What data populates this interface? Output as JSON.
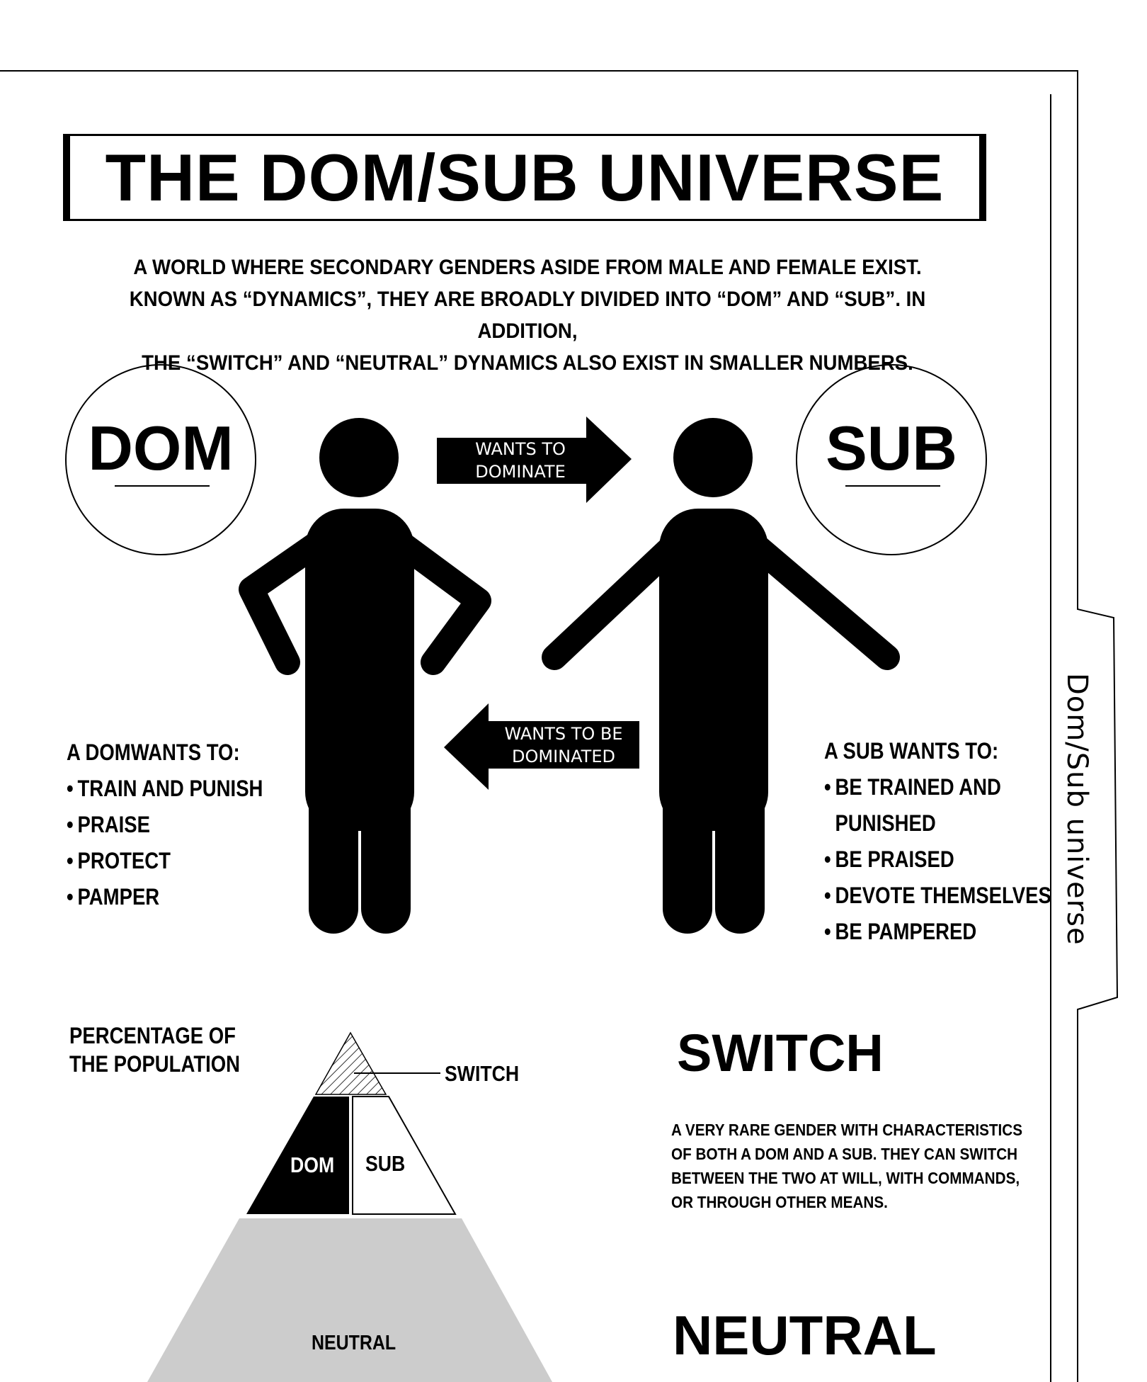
{
  "title": "THE DOM/SUB UNIVERSE",
  "intro_lines": [
    "A WORLD WHERE SECONDARY GENDERS ASIDE FROM MALE AND FEMALE EXIST.",
    "KNOWN AS “DYNAMICS”, THEY ARE BROADLY DIVIDED INTO “DOM” AND “SUB”. IN ADDITION,",
    "THE “SWITCH” AND “NEUTRAL” DYNAMICS ALSO EXIST IN SMALLER NUMBERS."
  ],
  "dom_label": "DOM",
  "sub_label": "SUB",
  "arrow_right": {
    "line1": "WANTS TO",
    "line2": "DOMINATE"
  },
  "arrow_left": {
    "line1": "WANTS TO BE",
    "line2": "DOMINATED"
  },
  "dom_list": {
    "heading": "A DOMWANTS TO:",
    "items": [
      "TRAIN AND PUNISH",
      "PRAISE",
      "PROTECT",
      "PAMPER"
    ]
  },
  "sub_list": {
    "heading": "A SUB WANTS TO:",
    "items": [
      "BE TRAINED AND",
      "PUNISHED",
      "BE PRAISED",
      "DEVOTE THEMSELVES",
      "BE PAMPERED"
    ]
  },
  "population": {
    "heading_line1": "PERCENTAGE OF",
    "heading_line2": "THE POPULATION",
    "switch": "SWITCH",
    "dom": "DOM",
    "sub": "SUB",
    "neutral": "NEUTRAL"
  },
  "switch_section": {
    "title": "SWITCH",
    "lines": [
      "A VERY RARE GENDER WITH CHARACTERISTICS",
      "OF BOTH A DOM AND A SUB. THEY CAN SWITCH",
      "BETWEEN THE TWO AT WILL, WITH COMMANDS,",
      "OR THROUGH OTHER MEANS."
    ]
  },
  "neutral_section": {
    "title": "NEUTRAL"
  },
  "side_tab": "Dom/Sub universe",
  "colors": {
    "ink": "#000000",
    "paper": "#ffffff",
    "neutral_fill": "#cccccc"
  }
}
